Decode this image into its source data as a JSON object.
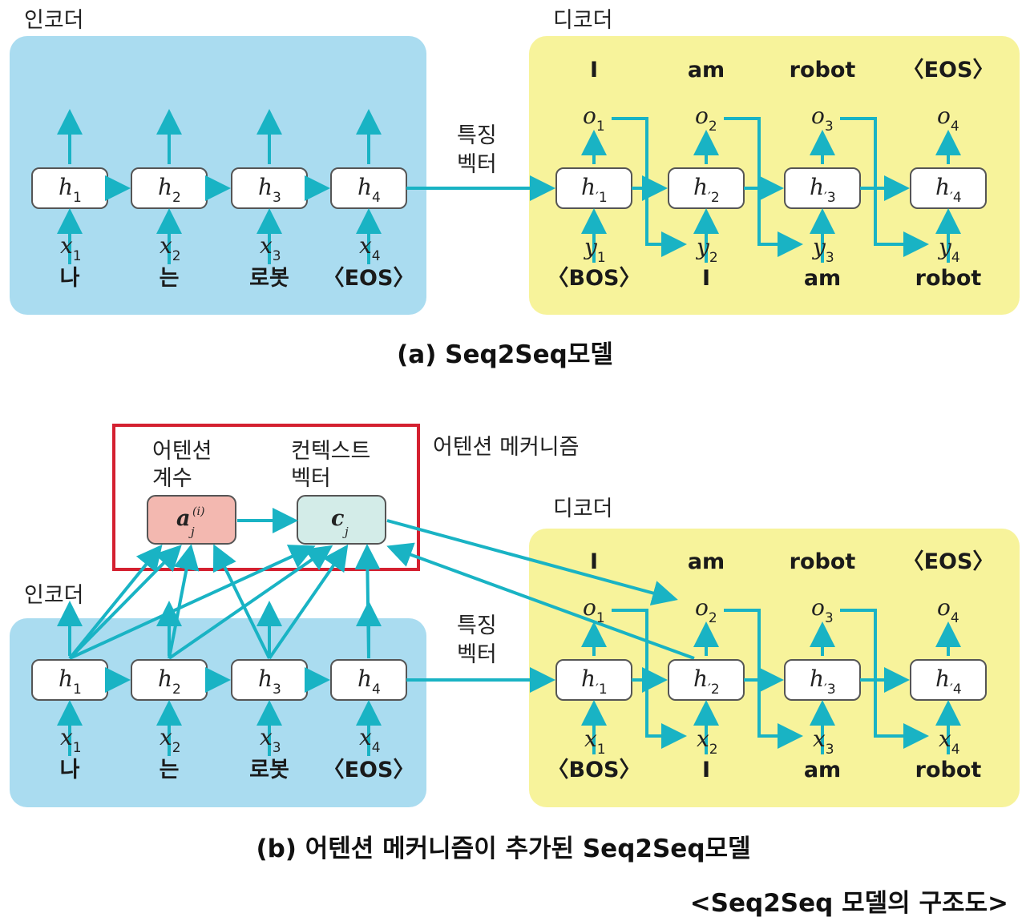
{
  "labels": {
    "encoder": "인코더",
    "decoder": "디코더",
    "feature_vector_line1": "특징",
    "feature_vector_line2": "벡터",
    "attention_coef_line1": "어텐션",
    "attention_coef_line2": "계수",
    "context_vector_line1": "컨텍스트",
    "context_vector_line2": "벡터",
    "attention_mechanism": "어텐션 메커니즘"
  },
  "captions": {
    "a": "(a) Seq2Seq모델",
    "b": "(b) 어텐션 메커니즘이 추가된 Seq2Seq모델",
    "figure": "<Seq2Seq 모델의 구조도>"
  },
  "panel_a": {
    "encoder_inputs": [
      "나",
      "는",
      "로봇",
      "〈EOS〉"
    ],
    "decoder_inputs": [
      "〈BOS〉",
      "I",
      "am",
      "robot"
    ],
    "decoder_outputs": [
      "I",
      "am",
      "robot",
      "〈EOS〉"
    ],
    "decoder_input_var": "y"
  },
  "panel_b": {
    "encoder_inputs": [
      "나",
      "는",
      "로봇",
      "〈EOS〉"
    ],
    "decoder_inputs": [
      "〈BOS〉",
      "I",
      "am",
      "robot"
    ],
    "decoder_outputs": [
      "I",
      "am",
      "robot",
      "〈EOS〉"
    ],
    "decoder_input_var": "x"
  },
  "colors": {
    "encoder_bg": "#aadcf0",
    "decoder_bg": "#f7f39b",
    "arrow": "#19b3c4",
    "attention_border": "#d42030",
    "attention_coef_box": "#f3b8b0",
    "context_vector_box": "#d3ece8"
  }
}
